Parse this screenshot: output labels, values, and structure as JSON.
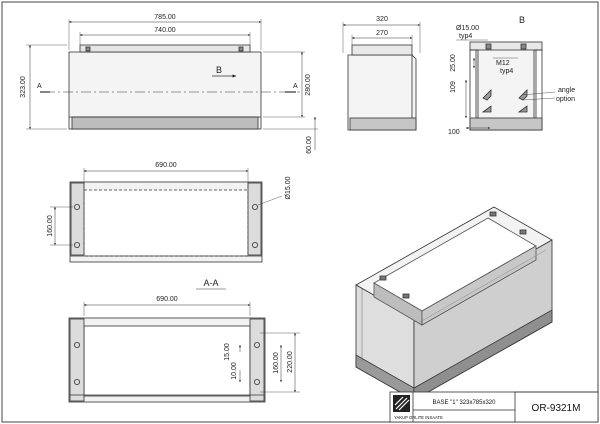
{
  "front_view": {
    "width_outer": "785.00",
    "width_inner": "740.00",
    "height_total": "323.00",
    "height_side": "280.00",
    "base_height": "60.00",
    "section_mark_left": "A",
    "section_mark_right": "A",
    "view_arrow": "B"
  },
  "side_view": {
    "width_outer": "320",
    "width_inner": "270"
  },
  "view_b_detail": {
    "title": "B",
    "hole_dia": "Ø15.00",
    "hole_note": "typ4",
    "dim_25": "25.00",
    "thread": "M12",
    "thread_note": "typ4",
    "dim_109": "109",
    "dim_100": "100",
    "angle_label": "angle",
    "option_label": "option"
  },
  "top_view": {
    "width": "690.00",
    "depth": "160.00",
    "hole_dia": "Ø15.00"
  },
  "section_aa": {
    "title": "A-A",
    "width": "690.00",
    "dim_15": "15.00",
    "dim_160": "160.00",
    "dim_220": "220.00",
    "dim_10": "10.00"
  },
  "title_block": {
    "company": "YAKUP ORLITE INSAATE",
    "description": "BASE \"1\" 323x785x320",
    "part_number": "OR-9321M"
  }
}
